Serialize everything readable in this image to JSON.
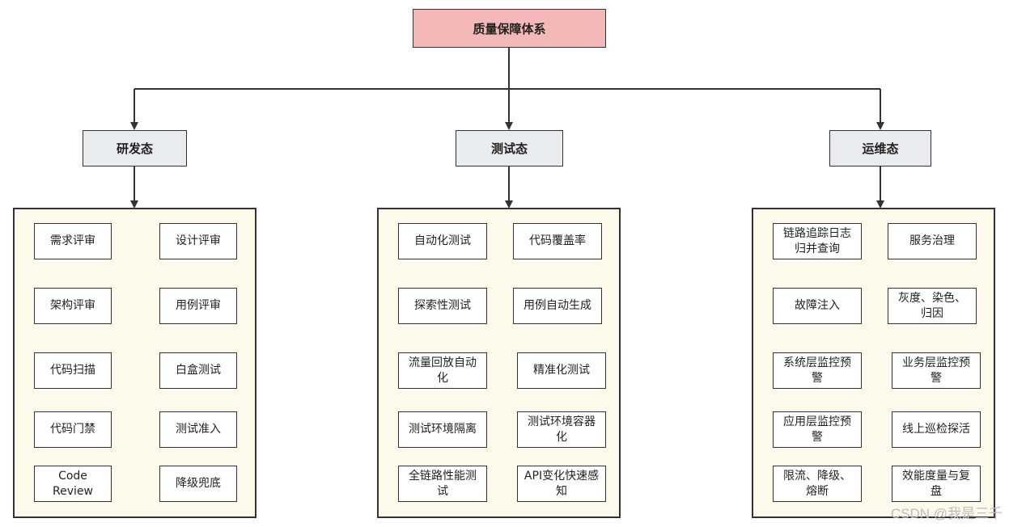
{
  "root": {
    "label": "质量保障体系"
  },
  "branches": [
    {
      "label": "研发态",
      "items": [
        "需求评审",
        "设计评审",
        "架构评审",
        "用例评审",
        "代码扫描",
        "白盒测试",
        "代码门禁",
        "测试准入",
        "Code Review",
        "降级兜底"
      ]
    },
    {
      "label": "测试态",
      "items": [
        "自动化测试",
        "代码覆盖率",
        "探索性测试",
        "用例自动生成",
        "流量回放自动化",
        "精准化测试",
        "测试环境隔离",
        "测试环境容器化",
        "全链路性能测试",
        "API变化快速感知"
      ]
    },
    {
      "label": "运维态",
      "items": [
        "链路追踪日志归并查询",
        "服务治理",
        "故障注入",
        "灰度、染色、归因",
        "系统层监控预警",
        "业务层监控预警",
        "应用层监控预警",
        "线上巡检探活",
        "限流、降级、熔断",
        "效能度量与复盘"
      ]
    }
  ],
  "watermark": "CSDN @我是三千"
}
